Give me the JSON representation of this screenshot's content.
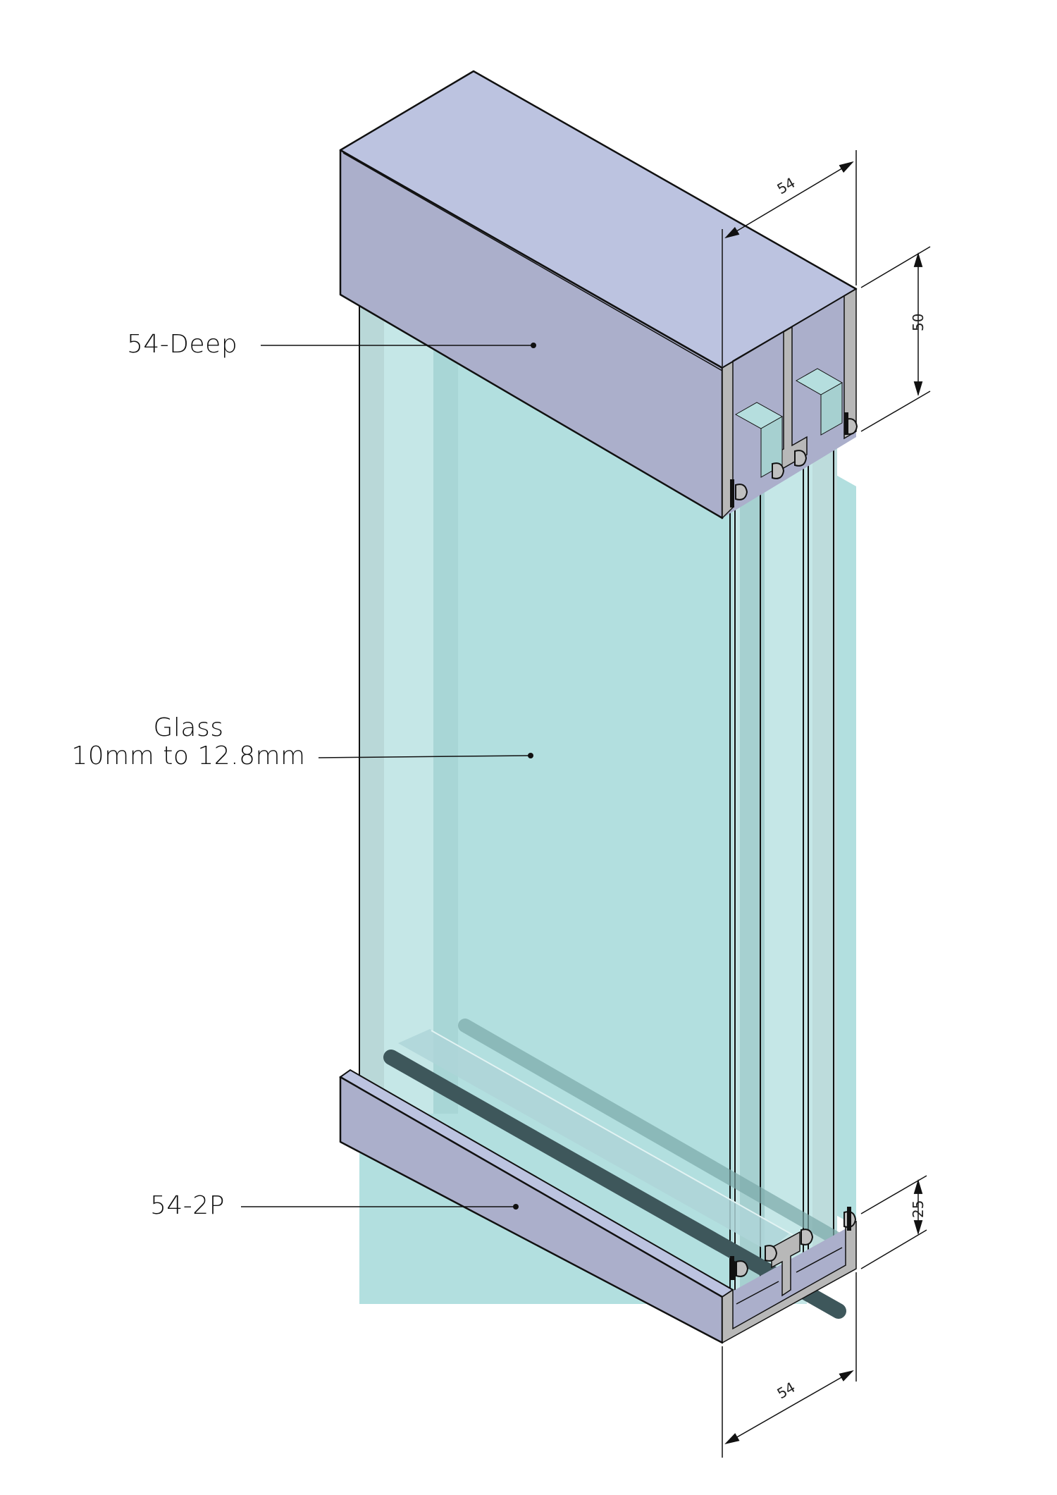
{
  "labels": {
    "top_profile": "54-Deep",
    "glass_line1": "Glass",
    "glass_line2": "10mm to 12.8mm",
    "bottom_profile": "54-2P"
  },
  "dimensions": {
    "top_width": "54",
    "top_height": "50",
    "bottom_width": "54",
    "bottom_height": "25"
  },
  "colors": {
    "profile_top_face": "#bcc3e0",
    "profile_front_face": "#abafcb",
    "profile_section": "#b8b8b8",
    "glass": "#b2dfdf",
    "glass_light": "#c5e7e7",
    "glass_edge": "#a6d0d0",
    "gasket": "#3e575b",
    "line": "#111111"
  }
}
